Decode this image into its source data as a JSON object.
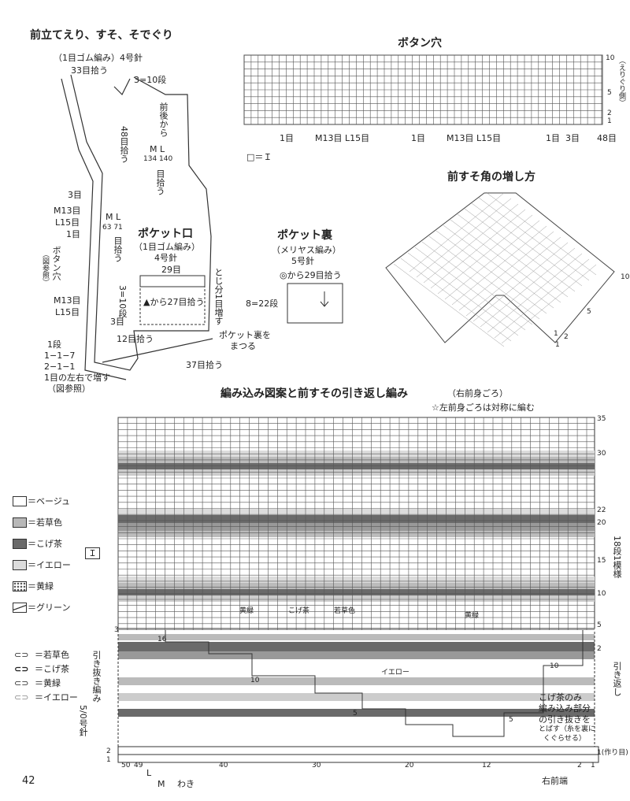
{
  "page_number": "42",
  "section_front": {
    "title": "前立てえり、すそ、そでぐり",
    "rib_spec": "（1目ゴム編み）4号針",
    "pick_neck": "33目拾う",
    "rows_3_10": "3=10段",
    "pick_48": "48目拾う",
    "front_back_from": "前後から",
    "size_ml_1": "M L",
    "counts_134_140": "134 140",
    "pick_suffix": "目拾う",
    "s3": "3目",
    "m13": "M13目",
    "l15": "L15目",
    "s1": "1目",
    "size_ml_2": "M L",
    "counts_63_71": "63 71",
    "pick_suffix2": "目拾う",
    "buttonhole_label": "ボタン穴",
    "see_fig": "（図参照）",
    "m13b": "M13目",
    "l15b": "L15目",
    "bottom_3": "3目",
    "pick_12": "12目拾う",
    "pick_37": "37目拾う",
    "increase_rule": [
      "1段",
      "1−1−7",
      "2−1−1",
      "1目の左右で増す",
      "（図参照）"
    ]
  },
  "pocket": {
    "title": "ポケット口",
    "spec1": "（1目ゴム編み）",
    "spec2": "4号針",
    "count": "29目",
    "pick_27": "▲から27目拾う",
    "close_extra": "とじ分1目増す",
    "rows": "3=10段",
    "stitch_lining": "ポケット裏を",
    "stitch_lining2": "まつる",
    "side_pick": "3目"
  },
  "pocket_lining": {
    "title": "ポケット裏",
    "spec1": "（メリヤス編み）",
    "spec2": "5号針",
    "pick": "◎から29目拾う",
    "rows": "8=22段"
  },
  "buttonhole_chart": {
    "title": "ボタン穴",
    "row_labels": [
      "10",
      "5",
      "2",
      "1"
    ],
    "side_label": "（えりぐり側）",
    "bottom_labels": [
      "1目",
      "M13目 L15目",
      "1目",
      "M13目 L15目",
      "1目",
      "3目",
      "48目"
    ],
    "symbol_eq": "□＝Ｉ"
  },
  "corner": {
    "title": "前すそ角の増し方",
    "labels": [
      "10",
      "5",
      "2",
      "1",
      "1"
    ]
  },
  "main_chart": {
    "title": "編み込み図案と前すその引き返し編み",
    "title_note": "（右前身ごろ）",
    "left_note": "☆左前身ごろは対称に編む",
    "row_labels": [
      "35",
      "30",
      "22",
      "20",
      "15",
      "10",
      "5",
      "2",
      "1(作り目)"
    ],
    "left_row_labels": [
      "3",
      "2",
      "1"
    ],
    "col_labels": [
      "50",
      "49",
      "40",
      "30",
      "20",
      "12",
      "2",
      "1"
    ],
    "right_labels": [
      "18段1模様",
      "引き返し"
    ],
    "inner_notes": [
      "黄緑",
      "こげ茶",
      "若草色",
      "黄緑",
      "イエロー",
      "こげ茶のみ",
      "編み込み部分",
      "の引き抜きを",
      "とばす（糸を裏に",
      "くぐらせる）"
    ],
    "short_row_nums": [
      "16",
      "10",
      "5",
      "5",
      "10"
    ],
    "bottom_labels": [
      "右前端",
      "わき",
      "L",
      "M"
    ]
  },
  "legend": {
    "items": [
      {
        "label": "＝ベージュ",
        "color": "#ffffff",
        "pattern": "plain"
      },
      {
        "label": "＝若草色",
        "color": "#b8b8b8",
        "pattern": "plain"
      },
      {
        "label": "＝こげ茶",
        "color": "#6a6a6a",
        "pattern": "plain"
      },
      {
        "label": "＝イエロー",
        "color": "#dcdcdc",
        "pattern": "plain"
      },
      {
        "label": "＝黄緑",
        "color": "#ffffff",
        "pattern": "dots"
      },
      {
        "label": "＝グリーン",
        "color": "#ffffff",
        "pattern": "diag"
      }
    ],
    "symbol": "Ｉ",
    "slip_items": [
      "＝若草色",
      "＝こげ茶",
      "＝黄緑",
      "＝イエロー"
    ],
    "slip_title": "引き抜き編み",
    "slip_needle": "5/0号針"
  }
}
